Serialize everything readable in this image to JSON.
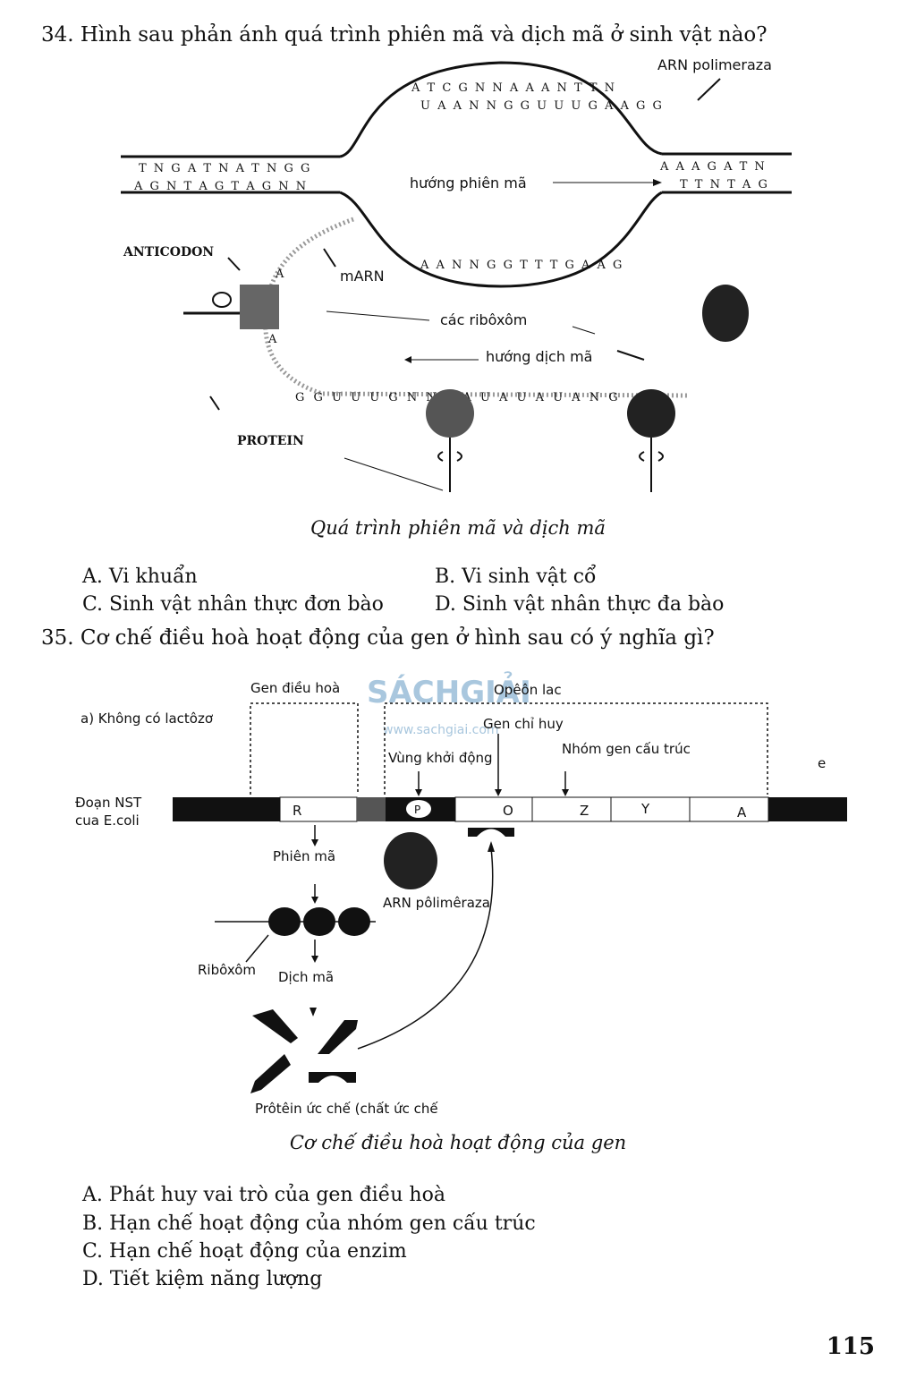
{
  "q34": {
    "question": "34. Hình sau phản ánh quá trình phiên mã và dịch mã ở sinh vật nào?",
    "figure": {
      "arn_polimeraza": "ARN polimeraza",
      "dna_top_left": "T N G A T N A T N G G",
      "dna_bottom_left": "A G N T A G T A G N N",
      "dna_top_right": "A A A G A T N",
      "dna_bottom_right": "T T N T A G",
      "bubble_top_seq": "A T C G N N A A A N T T N",
      "bubble_inner_seq": "U A A N N G G U U U G A A G G",
      "bubble_bottom_seq": "A A N N G G T T T G A A G",
      "huong_phien_ma": "hướng phiên mã",
      "anticodon": "ANTICODON",
      "marn": "mARN",
      "cac_riboxom": "các ribôxôm",
      "huong_dich_ma": "hướng dịch mã",
      "mrna_seq": "G G U U U G N N A A U A U A U A N G",
      "protein": "PROTEIN"
    },
    "caption": "Quá trình phiên mã và dịch mã",
    "options": [
      "A. Vi khuẩn",
      "B. Vi sinh vật cổ",
      "C. Sinh vật nhân thực đơn bào",
      "D. Sinh vật nhân thực đa bào"
    ]
  },
  "q35": {
    "question": "35. Cơ chế điều hoà hoạt động của gen ở hình sau có ý nghĩa gì?",
    "figure": {
      "gen_dieu_hoa": "Gen điều hoà",
      "operon_lac": "Opêôn lac",
      "khong_co_lactozo": "a) Không có lactôzơ",
      "gen_chi_huy": "Gen chỉ huy",
      "vung_khoi_dong": "Vùng khởi động",
      "nhom_gen_cau_truc": "Nhóm gen cấu trúc",
      "doan_nst_1": "Đoạn NST",
      "doan_nst_2": "cua E.coli",
      "gene_r": "R",
      "gene_p": "P",
      "gene_o": "O",
      "gene_z": "Z",
      "gene_y": "Y",
      "gene_a": "A",
      "edge_letter": "e",
      "phien_ma": "Phiên mã",
      "arn_polimeraza": "ARN pôlimêraza",
      "riboxom": "Ribôxôm",
      "dich_ma": "Dịch mã",
      "protein_uc_che": "Prôtêin ức chế (chất ức chế"
    },
    "watermark": {
      "name": "SÁCHGIẢI",
      "url": "www.sachgiai.com"
    },
    "caption": "Cơ chế điều hoà hoạt động của gen",
    "options": [
      "A. Phát huy vai trò của gen điều hoà",
      "B. Hạn chế hoạt động của nhóm gen cấu trúc",
      "C. Hạn chế hoạt động của enzim",
      "D. Tiết kiệm năng lượng"
    ]
  },
  "page_number": "115"
}
